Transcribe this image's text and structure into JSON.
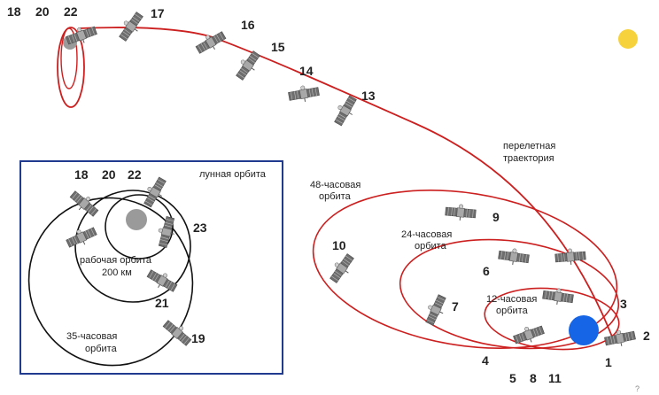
{
  "colors": {
    "trajectory": "#cc1f1f",
    "inset_orbits": "#111111",
    "inset_border": "#1f3a8f",
    "earth": "#1565e6",
    "sun": "#f6d23c",
    "moon": "#9a9a9a",
    "spacecraft_body": "#a8a8a8",
    "spacecraft_panel": "#6e6e6e"
  },
  "labels": {
    "transfer_trajectory_line1": "перелетная",
    "transfer_trajectory_line2": "траектория",
    "orbit_48h_line1": "48-часовая",
    "orbit_48h_line2": "орбита",
    "orbit_24h_line1": "24-часовая",
    "orbit_24h_line2": "орбита",
    "orbit_12h_line1": "12-часовая",
    "orbit_12h_line2": "орбита",
    "inset_lunar_orbit": "лунная орбита",
    "inset_working_orbit_line1": "рабочая орбита",
    "inset_working_orbit_line2": "200 км",
    "inset_35h_line1": "35-часовая",
    "inset_35h_line2": "орбита"
  },
  "numbers": {
    "n1": "1",
    "n2": "2",
    "n3": "3",
    "n4": "4",
    "n5": "5",
    "n6": "6",
    "n7": "7",
    "n8": "8",
    "n9": "9",
    "n10": "10",
    "n11": "11",
    "n13": "13",
    "n14": "14",
    "n15": "15",
    "n16": "16",
    "n17": "17",
    "n18": "18",
    "n20": "20",
    "n22": "22",
    "inset_18": "18",
    "inset_20": "20",
    "inset_22": "22",
    "inset_23": "23",
    "inset_21": "21",
    "inset_19": "19"
  },
  "footer_mark": "?"
}
